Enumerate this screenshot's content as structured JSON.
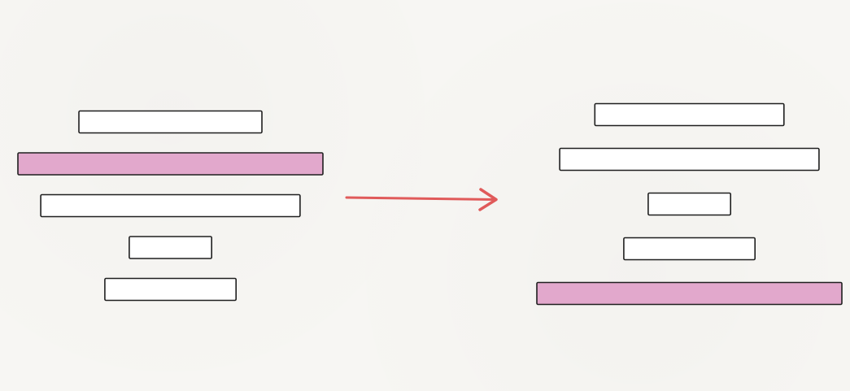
{
  "colors": {
    "background": "#f7f6f3",
    "pancake_fill": "#ffffff",
    "pancake_stroke": "#1f1f1f",
    "highlight_fill": "#e2a8cc",
    "arrow": "#e05a5a"
  },
  "before_stack": {
    "pancakes": [
      {
        "size": 6,
        "highlighted": false
      },
      {
        "size": 10,
        "highlighted": true
      },
      {
        "size": 8.5,
        "highlighted": false
      },
      {
        "size": 2.7,
        "highlighted": false
      },
      {
        "size": 4.3,
        "highlighted": false
      }
    ]
  },
  "after_stack": {
    "pancakes": [
      {
        "size": 6.2,
        "highlighted": false
      },
      {
        "size": 8.5,
        "highlighted": false
      },
      {
        "size": 2.7,
        "highlighted": false
      },
      {
        "size": 4.3,
        "highlighted": false
      },
      {
        "size": 10,
        "highlighted": true
      }
    ]
  },
  "arrow": {
    "direction": "right"
  }
}
